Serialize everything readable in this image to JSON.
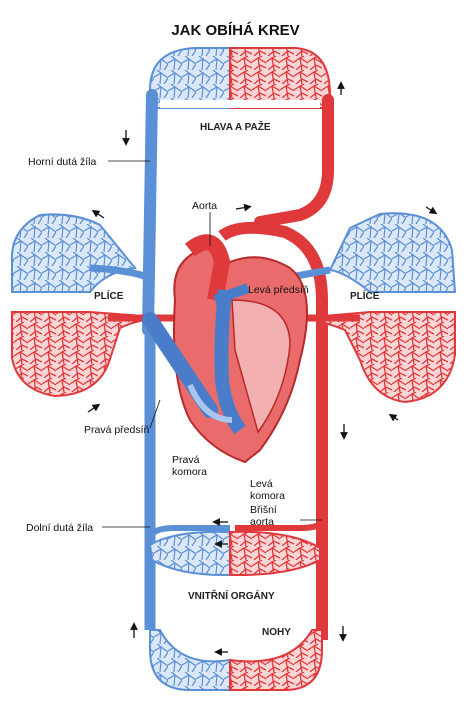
{
  "title": "JAK OBÍHÁ KREV",
  "colors": {
    "venous": "#5b8fd6",
    "venous_light": "#a9c6ee",
    "arterial": "#e0393c",
    "arterial_light": "#f4a0a0",
    "outline": "#1f3f80"
  },
  "regions": {
    "head": "HLAVA A PAŽE",
    "lungs_left": "PLÍCE",
    "lungs_right": "PLÍCE",
    "organs": "VNITŘNÍ ORGÁNY",
    "legs": "NOHY"
  },
  "labels": {
    "superior_vena_cava": "Horní dutá žíla",
    "aorta": "Aorta",
    "left_atrium": "Levá předsíň",
    "right_atrium": "Pravá předsíň",
    "right_ventricle": "Pravá komora",
    "left_ventricle": "Levá komora",
    "abdominal_aorta": "Břišní aorta",
    "inferior_vena_cava": "Dolní dutá žíla"
  },
  "icons": [
    "flow-arrow-icon"
  ]
}
